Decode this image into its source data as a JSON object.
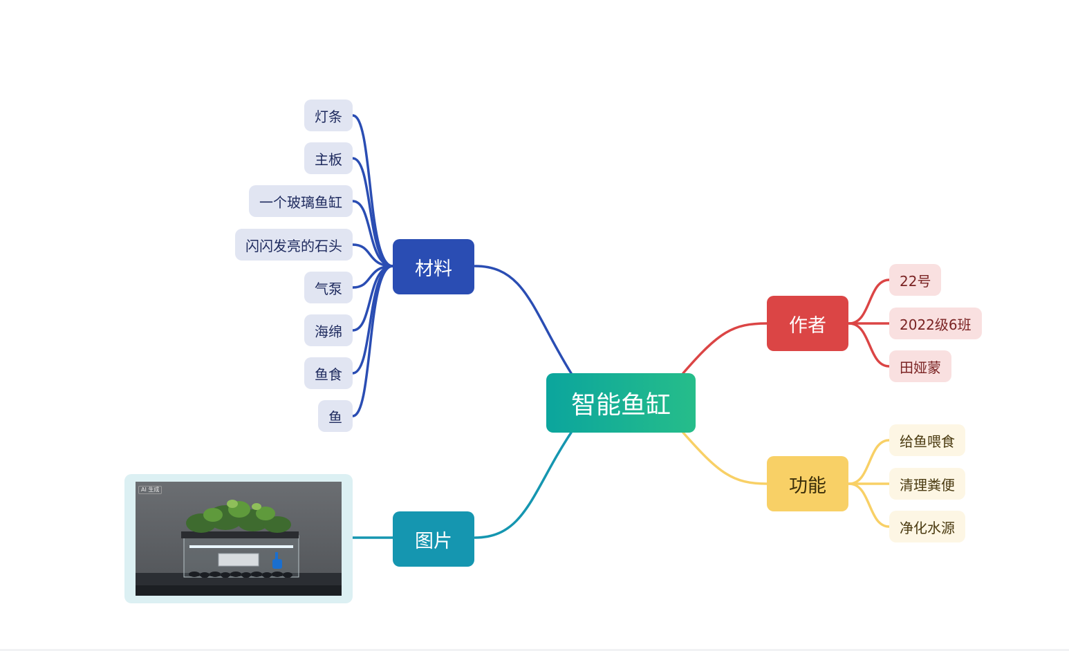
{
  "mindmap": {
    "root": "智能鱼缸",
    "branches": {
      "materials": {
        "label": "材料",
        "color": "#2a4db3",
        "items": [
          "灯条",
          "主板",
          "一个玻璃鱼缸",
          "闪闪发亮的石头",
          "气泵",
          "海绵",
          "鱼食",
          "鱼"
        ]
      },
      "image": {
        "label": "图片",
        "color": "#1596b0",
        "badge": "AI 生成"
      },
      "author": {
        "label": "作者",
        "color": "#db4545",
        "items": [
          "22号",
          "2022级6班",
          "田娅蒙"
        ]
      },
      "function": {
        "label": "功能",
        "color": "#f8d066",
        "items": [
          "给鱼喂食",
          "清理粪便",
          "净化水源"
        ]
      }
    }
  }
}
